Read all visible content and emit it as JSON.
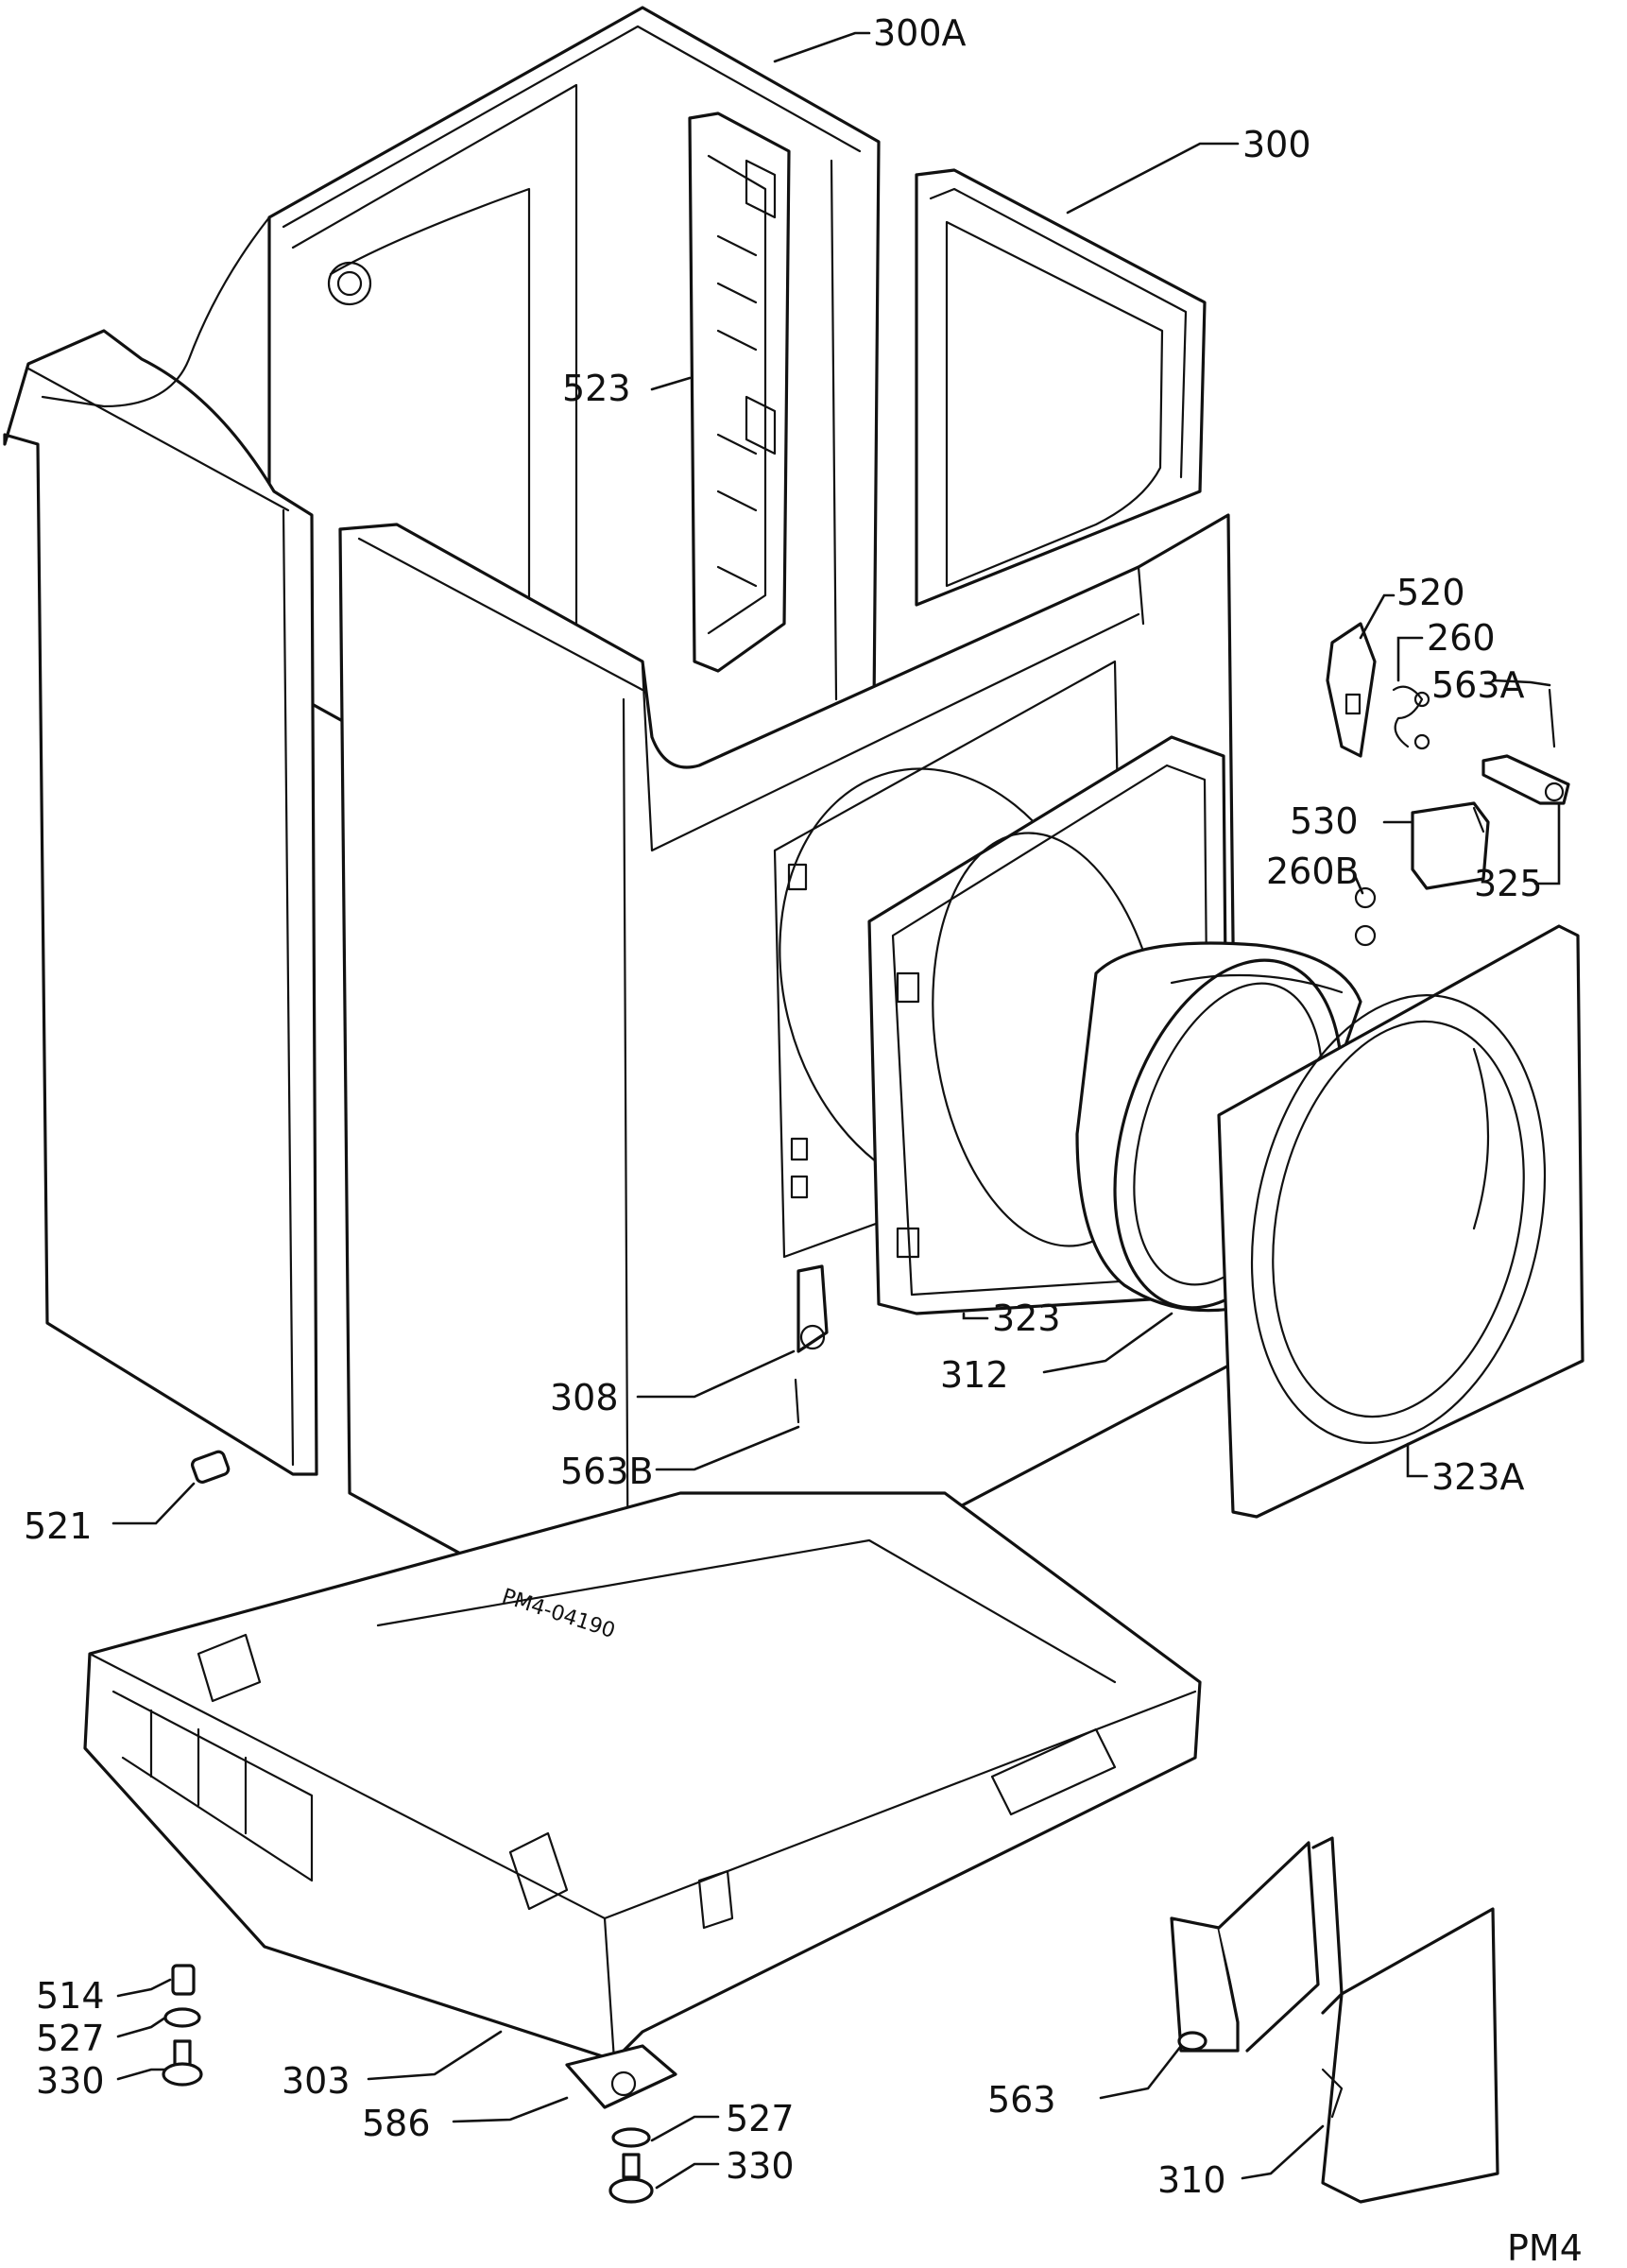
{
  "callouts": [
    {
      "id": "300A",
      "text": "300A"
    },
    {
      "id": "300",
      "text": "300"
    },
    {
      "id": "523",
      "text": "523"
    },
    {
      "id": "520",
      "text": "520"
    },
    {
      "id": "260",
      "text": "260"
    },
    {
      "id": "563A",
      "text": "563A"
    },
    {
      "id": "530",
      "text": "530"
    },
    {
      "id": "260B",
      "text": "260B"
    },
    {
      "id": "325",
      "text": "325"
    },
    {
      "id": "323",
      "text": "323"
    },
    {
      "id": "312",
      "text": "312"
    },
    {
      "id": "308",
      "text": "308"
    },
    {
      "id": "563B",
      "text": "563B"
    },
    {
      "id": "323A",
      "text": "323A"
    },
    {
      "id": "521",
      "text": "521"
    },
    {
      "id": "514",
      "text": "514"
    },
    {
      "id": "527a",
      "text": "527"
    },
    {
      "id": "330a",
      "text": "330"
    },
    {
      "id": "303",
      "text": "303"
    },
    {
      "id": "586",
      "text": "586"
    },
    {
      "id": "527b",
      "text": "527"
    },
    {
      "id": "330b",
      "text": "330"
    },
    {
      "id": "563",
      "text": "563"
    },
    {
      "id": "310",
      "text": "310"
    }
  ],
  "drawing_stamp": "PM4-04190",
  "page_code": "PM4",
  "line_color": "#111111",
  "background_color": "#ffffff"
}
